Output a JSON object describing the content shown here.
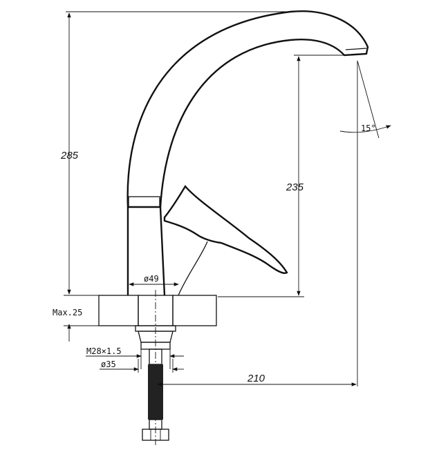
{
  "title": "Kitchen faucet dimensional drawing",
  "dimensions": {
    "total_height": "285",
    "spout_height": "235",
    "spout_angle": "15°",
    "max_counter_thickness": "Max.25",
    "base_diameter": "ø49",
    "thread": "M28×1.5",
    "shank_diameter": "ø35",
    "spout_reach": "210"
  }
}
